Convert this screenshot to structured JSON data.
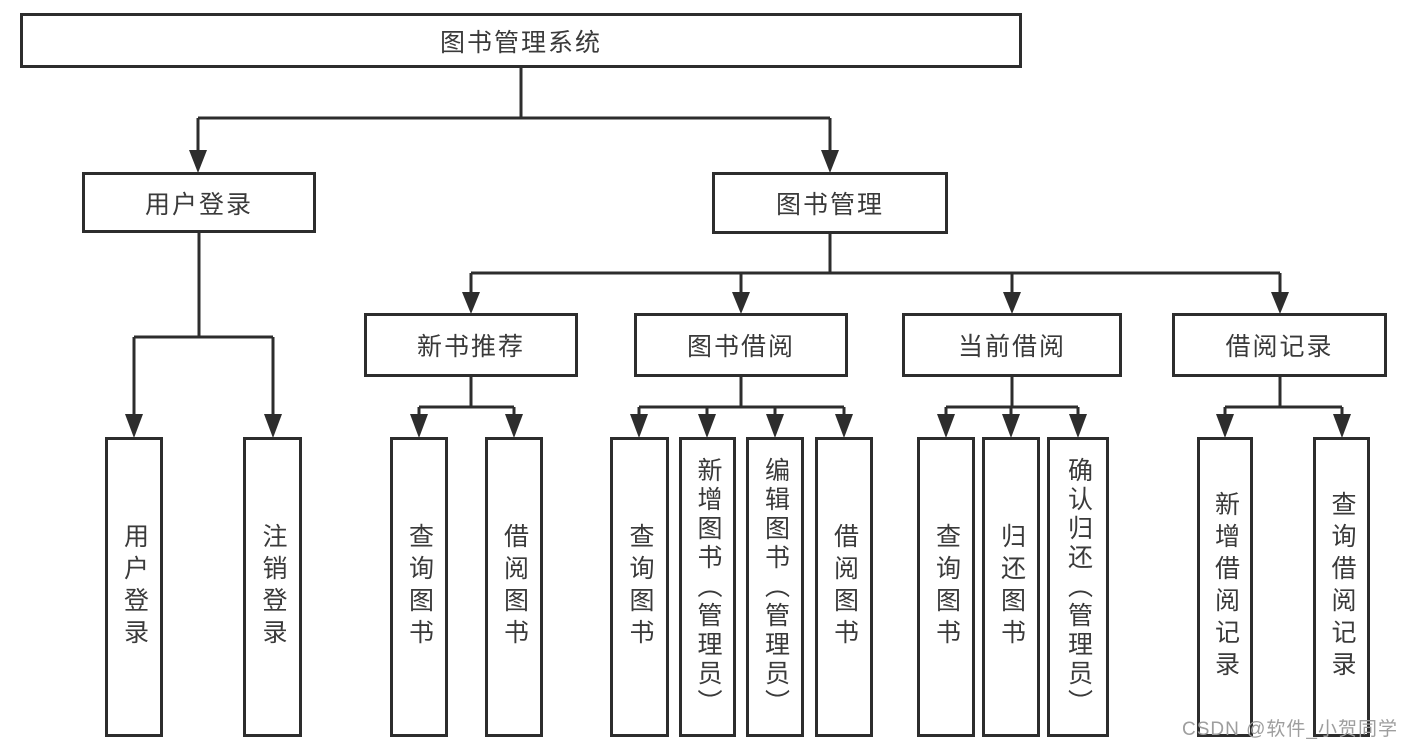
{
  "diagram": {
    "type": "hierarchy-tree",
    "structure": {
      "label": "图书管理系统",
      "children": [
        {
          "label": "用户登录",
          "children": [
            {
              "label": "用户登录"
            },
            {
              "label": "注销登录"
            }
          ]
        },
        {
          "label": "图书管理",
          "children": [
            {
              "label": "新书推荐",
              "children": [
                {
                  "label": "查询图书"
                },
                {
                  "label": "借阅图书"
                }
              ]
            },
            {
              "label": "图书借阅",
              "children": [
                {
                  "label": "查询图书"
                },
                {
                  "label": "新增图书（管理员）"
                },
                {
                  "label": "编辑图书（管理员）"
                },
                {
                  "label": "借阅图书"
                }
              ]
            },
            {
              "label": "当前借阅",
              "children": [
                {
                  "label": "查询图书"
                },
                {
                  "label": "归还图书"
                },
                {
                  "label": "确认归还（管理员）"
                }
              ]
            },
            {
              "label": "借阅记录",
              "children": [
                {
                  "label": "新增借阅记录"
                },
                {
                  "label": "查询借阅记录"
                }
              ]
            }
          ]
        }
      ]
    },
    "colors": {
      "line": "#2d2d2d",
      "text": "#3a3a3a",
      "background": "#ffffff"
    }
  },
  "watermark": {
    "text": "CSDN @软件_小贺同学",
    "color": "#9e9e9e"
  }
}
